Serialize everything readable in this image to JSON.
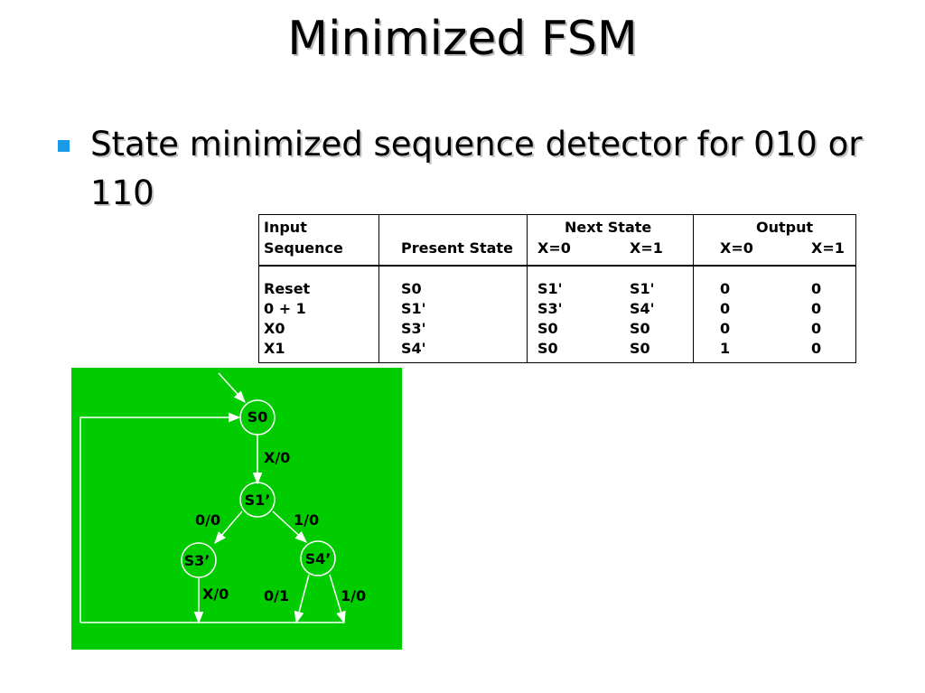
{
  "slide": {
    "title": "Minimized FSM",
    "bullet": "State minimized sequence detector for 010 or 110"
  },
  "table": {
    "header_row1": {
      "input": "Input",
      "next_state": "Next State",
      "output": "Output"
    },
    "header_row2": {
      "input": "Sequence",
      "present": "Present State",
      "ns_x0": "X=0",
      "ns_x1": "X=1",
      "out_x0": "X=0",
      "out_x1": "X=1"
    },
    "rows": [
      {
        "input": "Reset",
        "present": "S0",
        "ns_x0": "S1'",
        "ns_x1": "S1'",
        "out_x0": "0",
        "out_x1": "0"
      },
      {
        "input": "0 + 1",
        "present": "S1'",
        "ns_x0": "S3'",
        "ns_x1": "S4'",
        "out_x0": "0",
        "out_x1": "0"
      },
      {
        "input": "X0",
        "present": "S3'",
        "ns_x0": "S0",
        "ns_x1": "S0",
        "out_x0": "0",
        "out_x1": "0"
      },
      {
        "input": "X1",
        "present": "S4'",
        "ns_x0": "S0",
        "ns_x1": "S0",
        "out_x0": "1",
        "out_x1": "0"
      }
    ]
  },
  "diagram": {
    "background_color": "#00cc00",
    "states": {
      "s0": "S0",
      "s1": "S1’",
      "s3": "S3’",
      "s4": "S4’"
    },
    "transitions": {
      "s0_s1": "X/0",
      "s1_s3": "0/0",
      "s1_s4": "1/0",
      "s3_out": "X/0",
      "s4_out0": "0/1",
      "s4_out1": "1/0"
    }
  }
}
